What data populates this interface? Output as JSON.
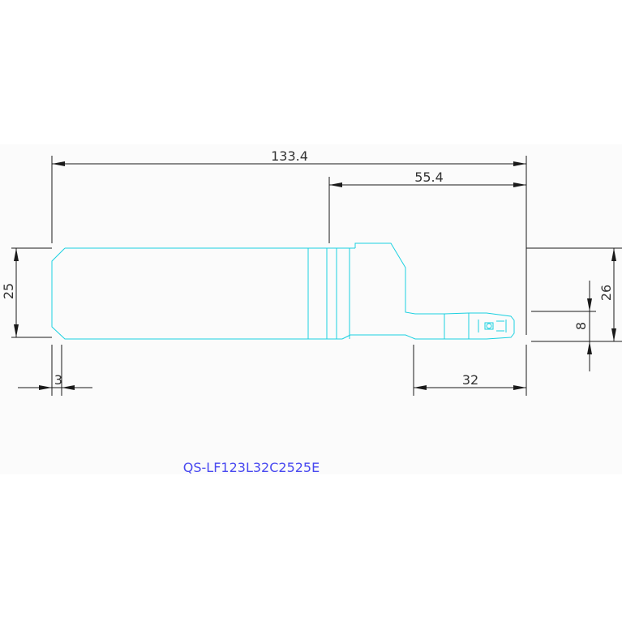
{
  "colors": {
    "dimension": "#1a1a1a",
    "outline": "#1bd0e0",
    "part_number": "#4a4af0"
  },
  "dimensions": {
    "overall_length": "133.4",
    "head_length": "55.4",
    "shank_height": "25",
    "total_height": "26",
    "cut_width": "8",
    "chamfer": "3",
    "insert_offset": "32"
  },
  "part_number": "QS-LF123L32C2525E"
}
